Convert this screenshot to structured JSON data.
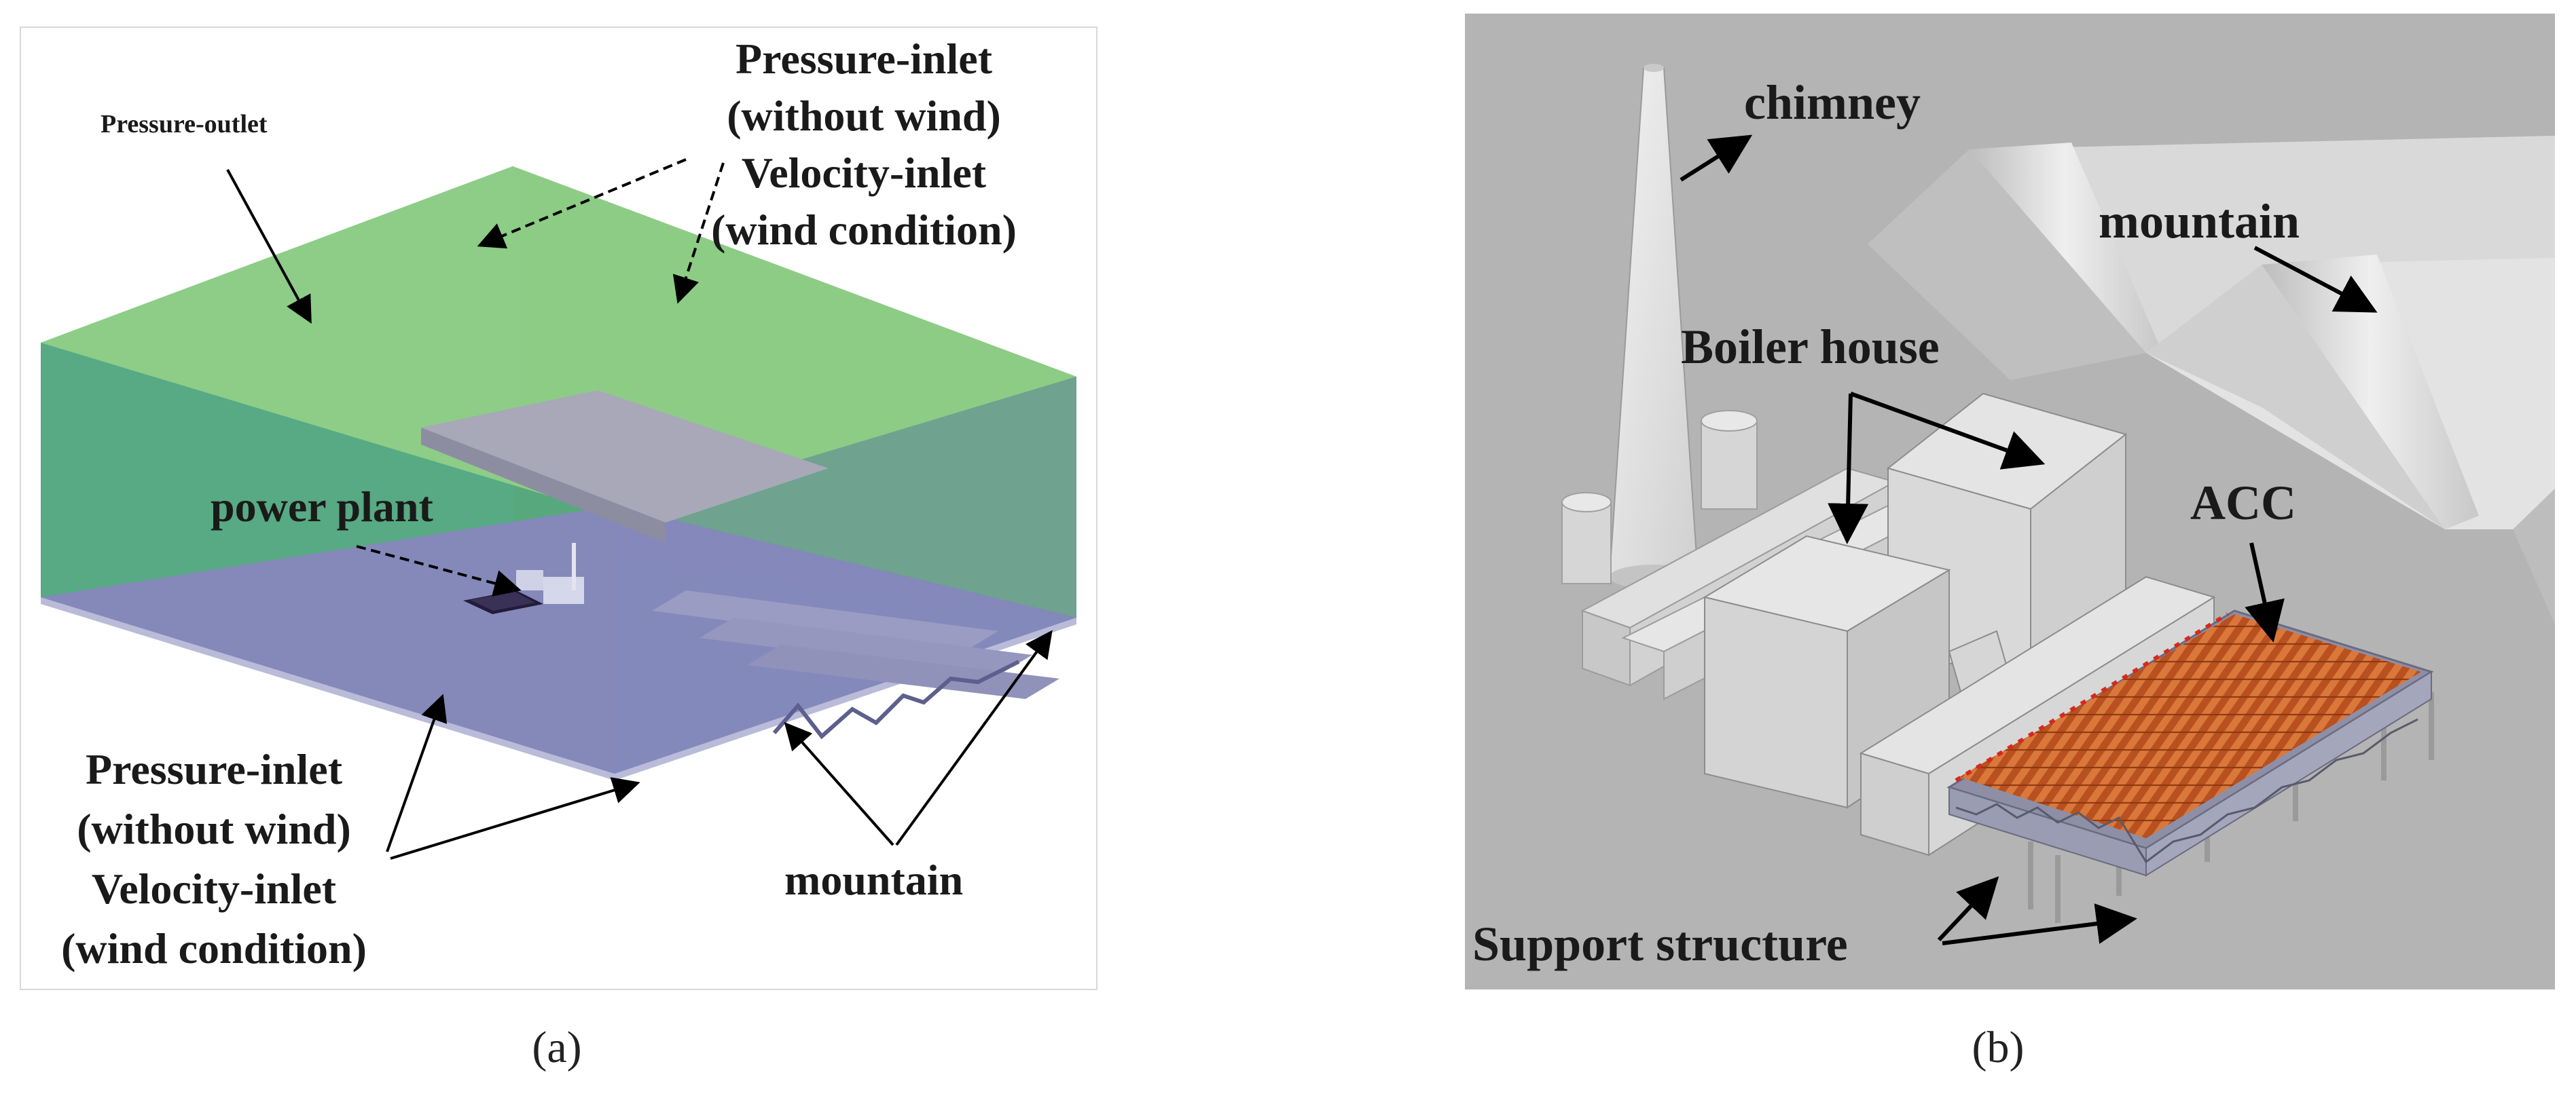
{
  "panel_a": {
    "caption": "(a)",
    "labels": {
      "pressure_outlet": "Pressure-outlet",
      "top_right_1": "Pressure-inlet",
      "top_right_2": "(without wind)",
      "top_right_3": "Velocity-inlet",
      "top_right_4": "(wind condition)",
      "power_plant": "power plant",
      "bottom_left_1": "Pressure-inlet",
      "bottom_left_2": "(without wind)",
      "bottom_left_3": "Velocity-inlet",
      "bottom_left_4": "(wind condition)",
      "mountain": "mountain"
    }
  },
  "panel_b": {
    "caption": "(b)",
    "labels": {
      "chimney": "chimney",
      "mountain": "mountain",
      "boiler_house": "Boiler house",
      "acc": "ACC",
      "support_structure": "Support structure"
    }
  }
}
